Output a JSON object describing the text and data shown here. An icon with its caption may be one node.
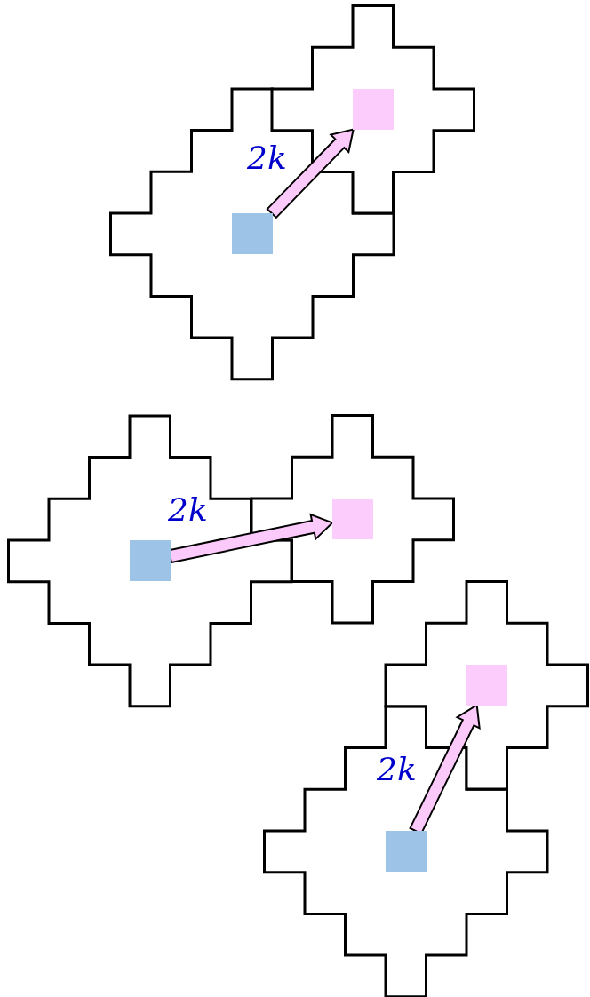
{
  "diagram": {
    "nodes": [
      {
        "text": [],
        "shape": "box"
      },
      {
        "text": [],
        "shape": "box"
      },
      {
        "text": [],
        "shape": "box"
      },
      {
        "text": [],
        "shape": "box"
      },
      {
        "text": [],
        "shape": "box"
      },
      {
        "text": [],
        "shape": "box"
      }
    ],
    "edges": [
      {
        "from": 0,
        "to": 1,
        "arrow": "to",
        "label": "2k"
      },
      {
        "from": 2,
        "to": 3,
        "arrow": "to",
        "label": "2k"
      },
      {
        "from": 4,
        "to": 5,
        "arrow": "to",
        "label": "2k"
      }
    ]
  }
}
